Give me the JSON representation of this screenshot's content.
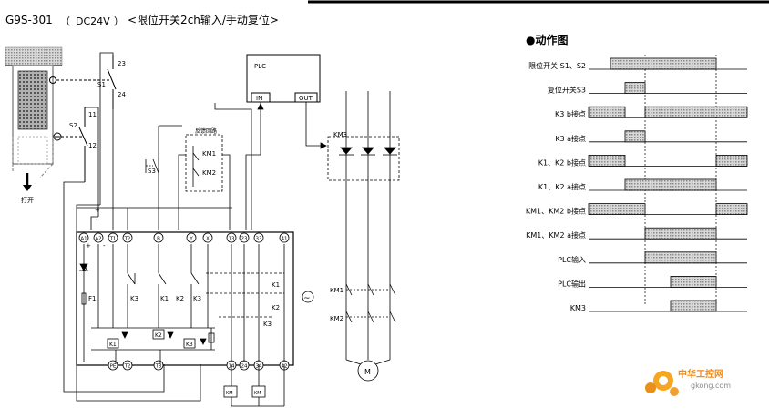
{
  "title": {
    "model": "G9S-301",
    "paren_open": "（",
    "voltage": "DC24V",
    "paren_close": "）",
    "description": "<限位开关2ch输入/手动复位>"
  },
  "circuit": {
    "s1": "S1",
    "s2": "S2",
    "s3": "S3",
    "t23": "23",
    "t24": "24",
    "t11": "11",
    "t12": "12",
    "open_label": "打开",
    "plc": "PLC",
    "plc_in": "IN",
    "plc_out": "OUT",
    "feedback": "反馈回路",
    "km1": "KM1",
    "km2": "KM2",
    "km3": "KM3",
    "motor": "M",
    "top_terminals": [
      "A1",
      "A2",
      "T1",
      "T2",
      "B",
      "Y",
      "X",
      "13",
      "23",
      "33",
      "41"
    ],
    "bottom_terminals": [
      "PE",
      "T2",
      "T3",
      "14",
      "24",
      "34",
      "42"
    ],
    "contact_labels": [
      "K3",
      "K1",
      "K2",
      "K3"
    ],
    "k_labels": [
      "K1",
      "K2",
      "K3"
    ],
    "relay_boxes": [
      "K1",
      "K2",
      "K3"
    ],
    "d": "D",
    "f1": "F1",
    "plus": "+",
    "minus": "-",
    "plus2": "+",
    "minus2": "-",
    "tilde": "~",
    "small_km": [
      "KM",
      "KM"
    ]
  },
  "timing": {
    "title": "●动作图",
    "signals": [
      {
        "label": "限位开关 S1、S2",
        "levels": [
          [
            0,
            0
          ],
          [
            1,
            1
          ],
          [
            0,
            0
          ]
        ]
      },
      {
        "label": "复位开关S3",
        "levels": []
      },
      {
        "label": "K3 b接点",
        "levels": []
      },
      {
        "label": "K3 a接点",
        "levels": []
      },
      {
        "label": "K1、K2 b接点",
        "levels": []
      },
      {
        "label": "K1、K2 a接点",
        "levels": []
      },
      {
        "label": "KM1、KM2 b接点",
        "levels": []
      },
      {
        "label": "KM1、KM2 a接点",
        "levels": []
      },
      {
        "label": "PLC输入",
        "levels": []
      },
      {
        "label": "PLC输出",
        "levels": []
      },
      {
        "label": "KM3",
        "levels": []
      }
    ]
  },
  "watermark": {
    "cn": "中华工控网",
    "url": "gkong.com"
  },
  "colors": {
    "hatch": "#9a9a9a",
    "watermark_orange": "#f08a1a"
  }
}
